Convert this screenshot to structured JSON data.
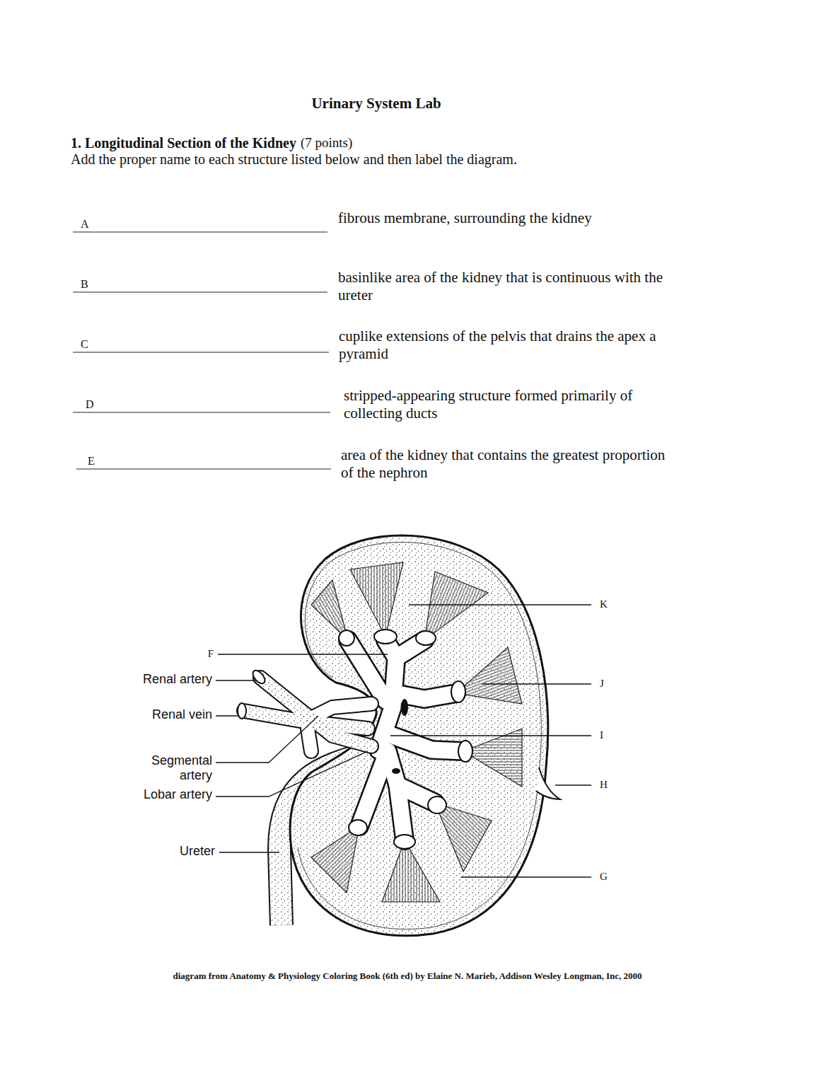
{
  "diagram": {
    "title": "Urinary System Lab",
    "caption": "diagram from Anatomy & Physiology Coloring Book (6th ed) by Elaine N. Marieb, Addison Wesley Longman, Inc, 2000",
    "labels": [
      "1. Longitudinal Section of the Kidney",
      "(7 points)",
      "Add the proper name to each structure listed below and then label the diagram.",
      "A",
      "fibrous membrane, surrounding the kidney",
      "B",
      "basinlike area of the kidney that is continuous with the ureter",
      "C",
      "cuplike extensions of the pelvis that drains the apex a pyramid",
      "D",
      "stripped-appearing structure formed primarily of collecting ducts",
      "E",
      "area of the kidney that contains the greatest proportion of the nephron",
      "K",
      "F",
      "Renal artery",
      "J",
      "Renal vein",
      "I",
      "Segmental artery",
      "H",
      "Lobar artery",
      "Ureter",
      "G"
    ]
  }
}
